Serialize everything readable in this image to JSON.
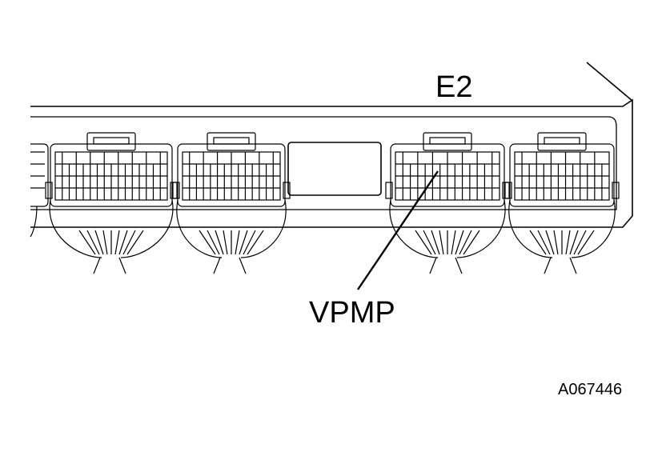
{
  "labels": {
    "connector": "E2",
    "terminal": "VPMP",
    "figure_code": "A067446"
  },
  "colors": {
    "line": "#000000",
    "background": "#ffffff"
  }
}
